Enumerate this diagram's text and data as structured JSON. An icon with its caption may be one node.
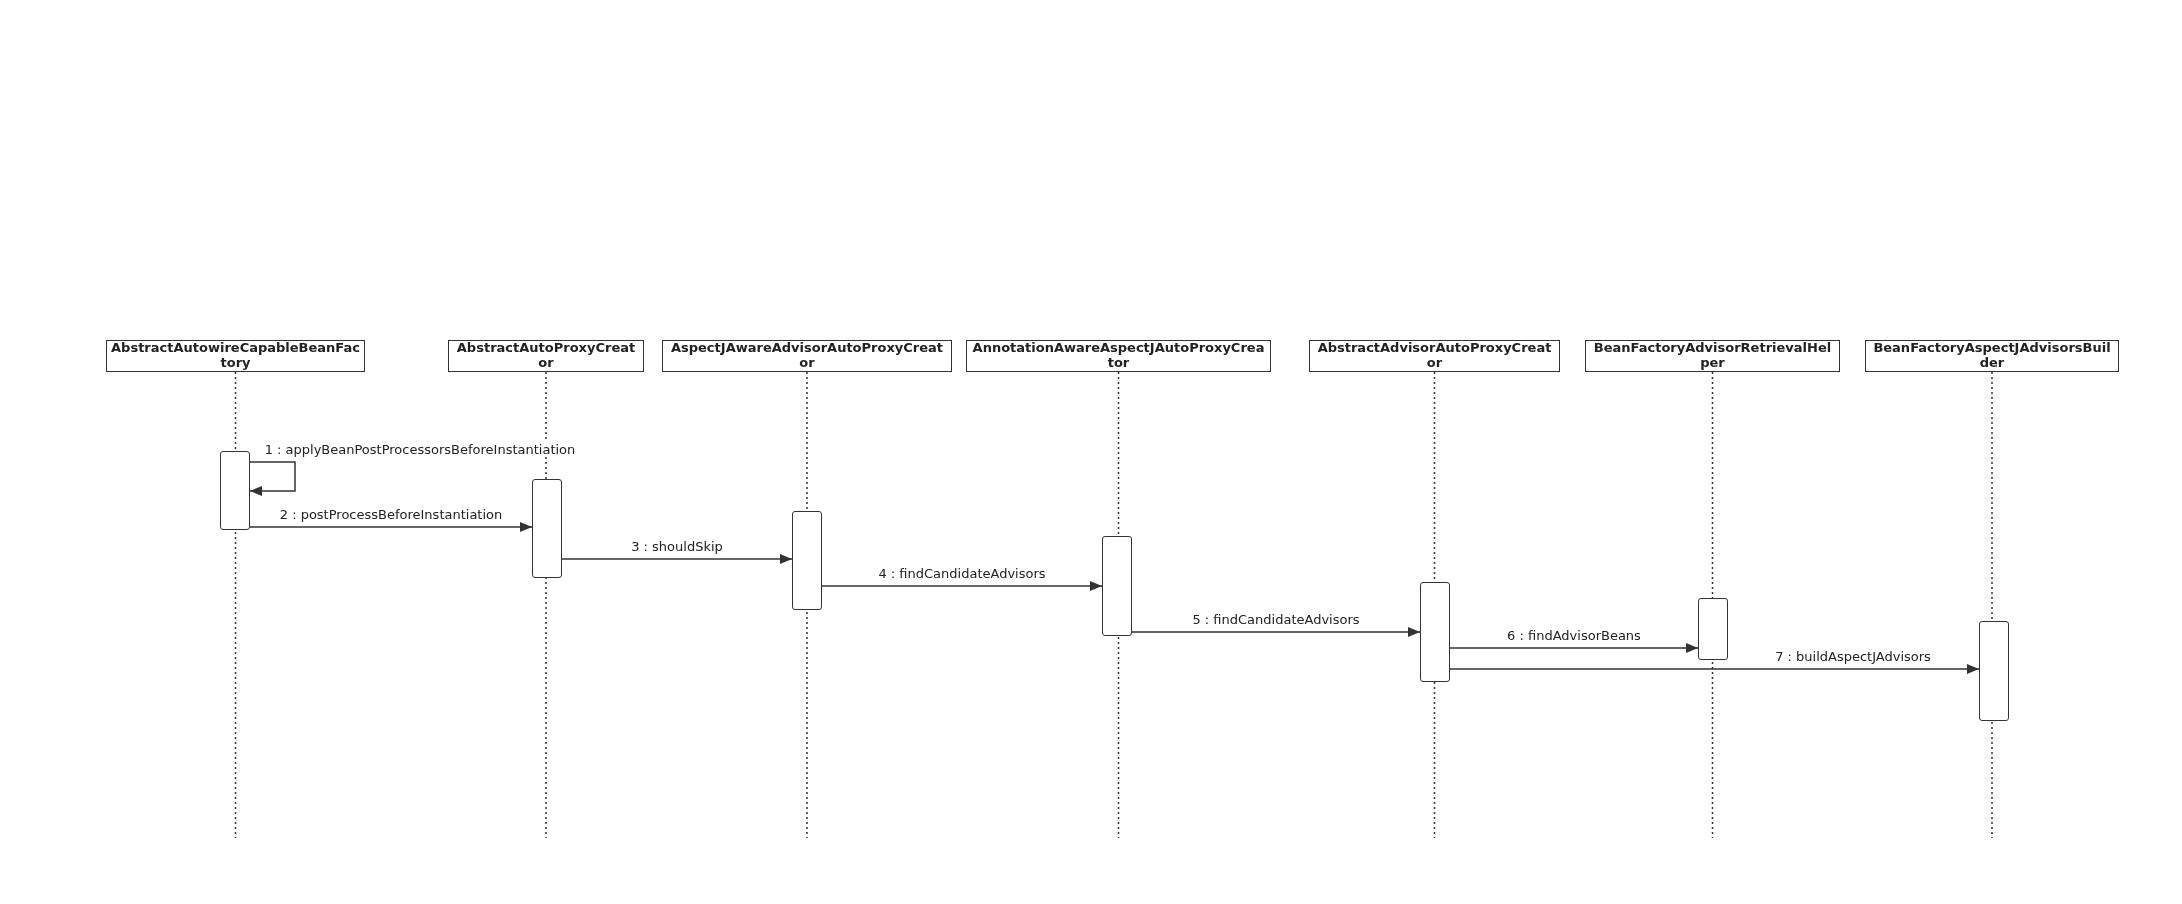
{
  "diagram": {
    "nodes": [
      {
        "text": [
          "AbstractAutowireCapableBeanFactory"
        ]
      },
      {
        "text": [
          "AbstractAutoProxyCreator"
        ]
      },
      {
        "text": [
          "AspectJAwareAdvisorAutoProxyCreator"
        ]
      },
      {
        "text": [
          "AnnotationAwareAspectJAutoProxyCreator"
        ]
      },
      {
        "text": [
          "AbstractAdvisorAutoProxyCreator"
        ]
      },
      {
        "text": [
          "BeanFactoryAdvisorRetrievalHelper"
        ]
      },
      {
        "text": [
          "BeanFactoryAspectJAdvisorsBuilder"
        ]
      },
      {
        "text": [],
        "shape": "bar"
      },
      {
        "text": [],
        "shape": "bar"
      },
      {
        "text": [],
        "shape": "bar"
      },
      {
        "text": [],
        "shape": "bar"
      },
      {
        "text": [],
        "shape": "bar"
      },
      {
        "text": [],
        "shape": "bar"
      },
      {
        "text": [],
        "shape": "bar"
      }
    ],
    "edges": [
      {
        "from": 7,
        "to": 7,
        "arrow": "to",
        "label": "1 : applyBeanPostProcessorsBeforeInstantiation"
      },
      {
        "from": 7,
        "to": 8,
        "arrow": "to",
        "label": "2 : postProcessBeforeInstantiation"
      },
      {
        "from": 8,
        "to": 9,
        "arrow": "to",
        "label": "3 : shouldSkip"
      },
      {
        "from": 9,
        "to": 10,
        "arrow": "to",
        "label": "4 : findCandidateAdvisors"
      },
      {
        "from": 10,
        "to": 11,
        "arrow": "to",
        "label": "5 : findCandidateAdvisors"
      },
      {
        "from": 11,
        "to": 12,
        "arrow": "to",
        "label": "6 : findAdvisorBeans"
      },
      {
        "from": 11,
        "to": 13,
        "arrow": "to",
        "label": "7 : buildAspectJAdvisors"
      }
    ]
  }
}
